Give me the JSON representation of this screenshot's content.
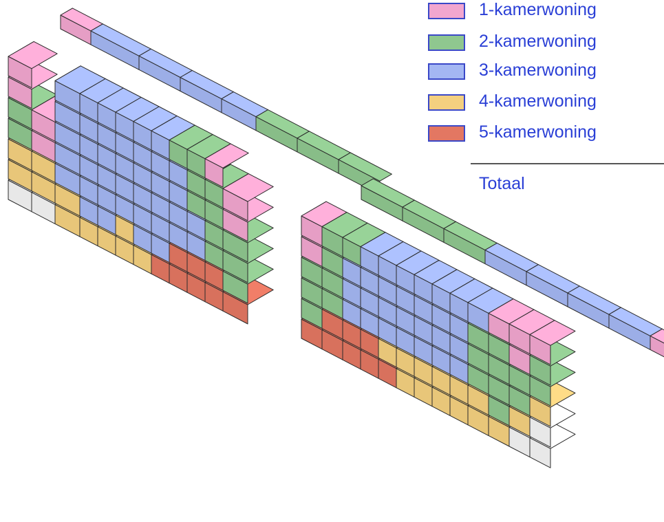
{
  "legend": {
    "items": [
      {
        "label": "1-kamerwoning",
        "color": "#f2a6cf"
      },
      {
        "label": "2-kamerwoning",
        "color": "#8fc78f"
      },
      {
        "label": "3-kamerwoning",
        "color": "#a4b7f3"
      },
      {
        "label": "4-kamerwoning",
        "color": "#f4d07f"
      },
      {
        "label": "5-kamerwoning",
        "color": "#e37762"
      }
    ],
    "total_label": "Totaal"
  },
  "colors": {
    "common_white": "#f4f4f4",
    "edge": "#2b2b2b",
    "corridor": "#ffffff"
  }
}
